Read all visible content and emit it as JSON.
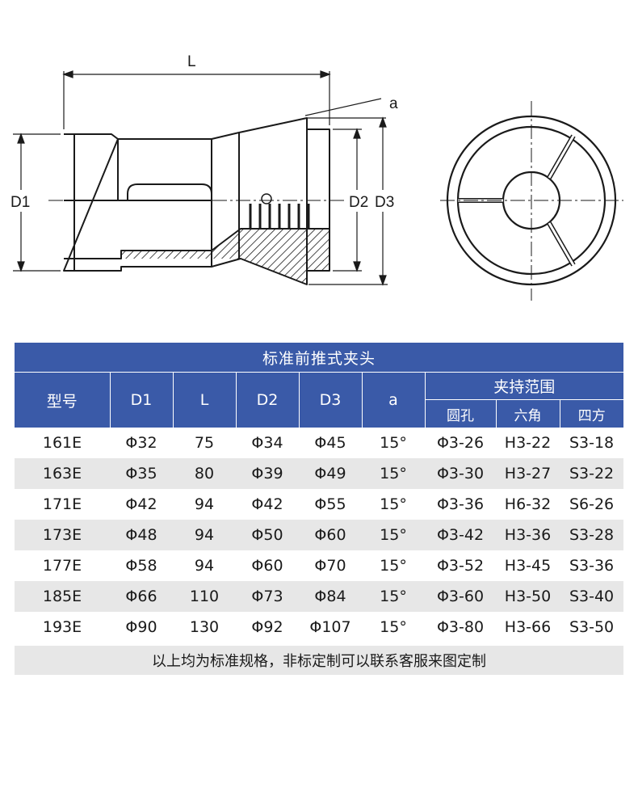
{
  "diagram": {
    "labels": {
      "L": "L",
      "a": "a",
      "D1": "D1",
      "D2": "D2",
      "D3": "D3"
    }
  },
  "table": {
    "title": "标准前推式夹头",
    "headers": {
      "model": "型号",
      "d1": "D1",
      "l": "L",
      "d2": "D2",
      "d3": "D3",
      "a": "a",
      "clamp_range": "夹持范围",
      "round_hole": "圆孔",
      "hexagon": "六角",
      "square": "四方"
    },
    "rows": [
      [
        "161E",
        "Φ32",
        "75",
        "Φ34",
        "Φ45",
        "15°",
        "Φ3-26",
        "H3-22",
        "S3-18"
      ],
      [
        "163E",
        "Φ35",
        "80",
        "Φ39",
        "Φ49",
        "15°",
        "Φ3-30",
        "H3-27",
        "S3-22"
      ],
      [
        "171E",
        "Φ42",
        "94",
        "Φ42",
        "Φ55",
        "15°",
        "Φ3-36",
        "H6-32",
        "S6-26"
      ],
      [
        "173E",
        "Φ48",
        "94",
        "Φ50",
        "Φ60",
        "15°",
        "Φ3-42",
        "H3-36",
        "S3-28"
      ],
      [
        "177E",
        "Φ58",
        "94",
        "Φ60",
        "Φ70",
        "15°",
        "Φ3-52",
        "H3-45",
        "S3-36"
      ],
      [
        "185E",
        "Φ66",
        "110",
        "Φ73",
        "Φ84",
        "15°",
        "Φ3-60",
        "H3-50",
        "S3-40"
      ],
      [
        "193E",
        "Φ90",
        "130",
        "Φ92",
        "Φ107",
        "15°",
        "Φ3-80",
        "H3-66",
        "S3-50"
      ]
    ],
    "footer": "以上均为标准规格，非标定制可以联系客服来图定制"
  },
  "colors": {
    "header_bg": "#3a5aa8",
    "shaded_row": "#e7e7e7",
    "line": "#1a1a1a"
  }
}
